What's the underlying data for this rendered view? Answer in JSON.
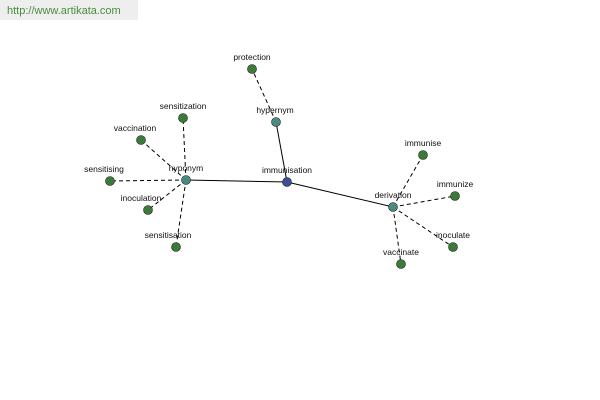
{
  "watermark": {
    "url": "http://www.artikata.com"
  },
  "colors": {
    "central": "#3a4f94",
    "relation": "#4a8a80",
    "leaf": "#3c7a3a"
  },
  "graph": {
    "center": "immunisation",
    "relations": [
      {
        "label": "hypernym",
        "leaves": [
          "protection"
        ]
      },
      {
        "label": "hyponym",
        "leaves": [
          "sensitization",
          "vaccination",
          "sensitising",
          "inoculation",
          "sensitisation"
        ]
      },
      {
        "label": "derivation",
        "leaves": [
          "immunise",
          "immunize",
          "inoculate",
          "vaccinate"
        ]
      }
    ]
  }
}
